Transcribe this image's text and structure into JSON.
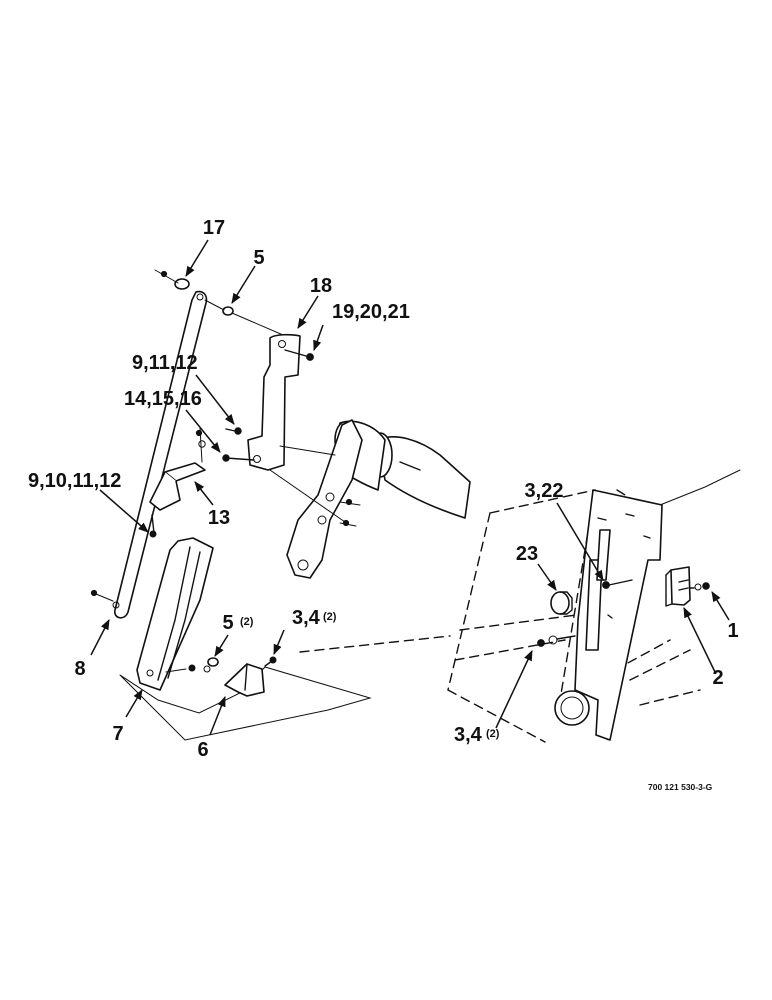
{
  "callouts": [
    {
      "id": "c17",
      "label": "17"
    },
    {
      "id": "c5a",
      "label": "5"
    },
    {
      "id": "c18",
      "label": "18"
    },
    {
      "id": "c19",
      "label": "19,20,21"
    },
    {
      "id": "c9a",
      "label": "9,11,12"
    },
    {
      "id": "c14",
      "label": "14,15,16"
    },
    {
      "id": "c9b",
      "label": "9,10,11,12"
    },
    {
      "id": "c13",
      "label": "13"
    },
    {
      "id": "c8",
      "label": "8"
    },
    {
      "id": "c7",
      "label": "7"
    },
    {
      "id": "c6",
      "label": "6"
    },
    {
      "id": "c5b",
      "label": "5",
      "qty": "(2)"
    },
    {
      "id": "c3a",
      "label": "3,4",
      "qty": "(2)"
    },
    {
      "id": "c322",
      "label": "3,22"
    },
    {
      "id": "c23",
      "label": "23"
    },
    {
      "id": "c1",
      "label": "1"
    },
    {
      "id": "c2",
      "label": "2"
    },
    {
      "id": "c3b",
      "label": "3,4",
      "qty": "(2)"
    }
  ],
  "reference_number": "700 121 530-3-G",
  "colors": {
    "ink": "#111111",
    "paper": "#ffffff"
  }
}
